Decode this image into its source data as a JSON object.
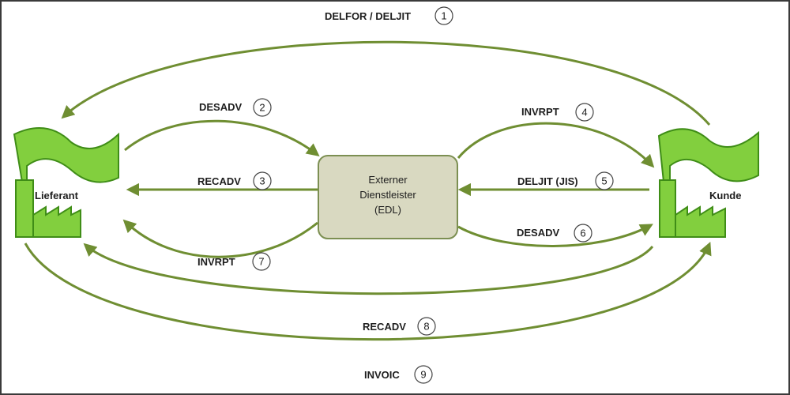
{
  "colors": {
    "arrow": "#6f8e32",
    "factory_fill": "#82cf3e",
    "factory_stroke": "#3f8d17",
    "box_fill": "#d9d9c1",
    "box_stroke": "#7c8f52"
  },
  "supplier": {
    "label": "Lieferant",
    "icon": "factory-icon"
  },
  "customer": {
    "label": "Kunde",
    "icon": "factory-icon"
  },
  "center": {
    "line1": "Externer",
    "line2": "Dienstleister",
    "line3": "(EDL)"
  },
  "messages": [
    {
      "label": "DELFOR / DELJIT",
      "num": "1"
    },
    {
      "label": "DESADV",
      "num": "2"
    },
    {
      "label": "RECADV",
      "num": "3"
    },
    {
      "label": "INVRPT",
      "num": "4"
    },
    {
      "label": "DELJIT (JIS)",
      "num": "5"
    },
    {
      "label": "DESADV",
      "num": "6"
    },
    {
      "label": "INVRPT",
      "num": "7"
    },
    {
      "label": "RECADV",
      "num": "8"
    },
    {
      "label": "INVOIC",
      "num": "9"
    }
  ]
}
